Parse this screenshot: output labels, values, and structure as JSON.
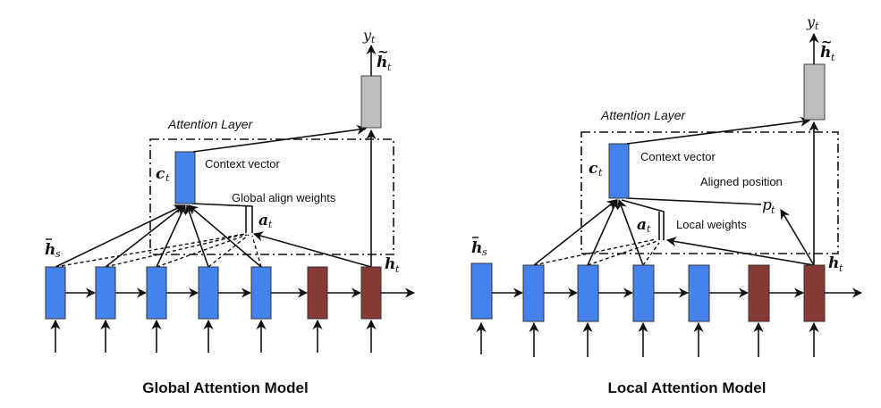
{
  "colors": {
    "encoder": "#4583EC",
    "decoder": "#873A35",
    "output": "#BDBDBD",
    "line": "#111111"
  },
  "panels": [
    {
      "id": "global",
      "title": "Global Attention Model",
      "attention_layer_label": "Attention Layer",
      "context_label": "Context vector",
      "weights_label": "Global align weights",
      "aligned_label": "",
      "symbols": {
        "y": "y",
        "y_sub": "t",
        "htilde": "h",
        "htilde_sub": "t",
        "c": "c",
        "c_sub": "t",
        "a": "a",
        "a_sub": "t",
        "hs": "h",
        "hs_sub": "s",
        "ht": "h",
        "ht_sub": "t",
        "p": "",
        "p_sub": ""
      },
      "encoder_count": 5,
      "decoder_count": 2
    },
    {
      "id": "local",
      "title": "Local Attention Model",
      "attention_layer_label": "Attention Layer",
      "context_label": "Context vector",
      "weights_label": "Local weights",
      "aligned_label": "Aligned position",
      "symbols": {
        "y": "y",
        "y_sub": "t",
        "htilde": "h",
        "htilde_sub": "t",
        "c": "c",
        "c_sub": "t",
        "a": "a",
        "a_sub": "t",
        "hs": "h",
        "hs_sub": "s",
        "ht": "h",
        "ht_sub": "t",
        "p": "p",
        "p_sub": "t"
      },
      "encoder_count": 5,
      "decoder_count": 2
    }
  ]
}
